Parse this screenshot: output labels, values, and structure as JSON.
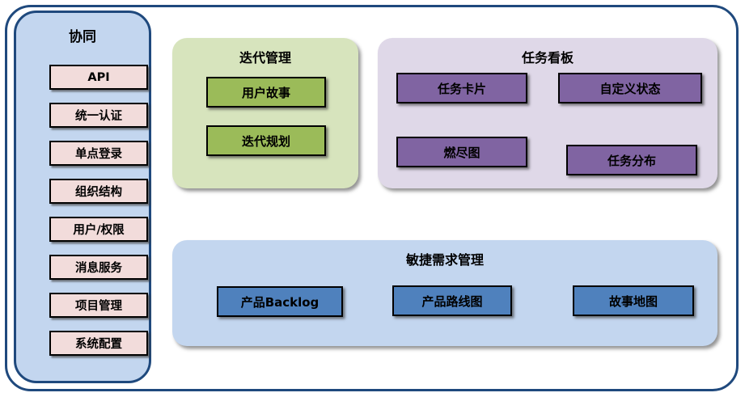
{
  "sidebar": {
    "title": "协同",
    "items": [
      "API",
      "统一认证",
      "单点登录",
      "组织结构",
      "用户/权限",
      "消息服务",
      "项目管理",
      "系统配置"
    ]
  },
  "panels": {
    "iteration": {
      "title": "迭代管理",
      "items": [
        "用户故事",
        "迭代规划"
      ]
    },
    "kanban": {
      "title": "任务看板",
      "items": [
        "任务卡片",
        "自定义状态",
        "燃尽图",
        "任务分布"
      ]
    },
    "agile": {
      "title": "敏捷需求管理",
      "items": [
        "产品Backlog",
        "产品路线图",
        "故事地图"
      ]
    }
  },
  "colors": {
    "frame_border": "#1F497D",
    "sidebar_fill": "#C3D6EF",
    "sidebar_item_fill": "#F2DCDB",
    "iteration_panel_fill": "#D7E4BD",
    "iteration_item_fill": "#9BBB59",
    "kanban_panel_fill": "#DFD8E8",
    "kanban_item_fill": "#8064A2",
    "agile_panel_fill": "#C3D6EF",
    "agile_item_fill": "#4F81BD"
  }
}
